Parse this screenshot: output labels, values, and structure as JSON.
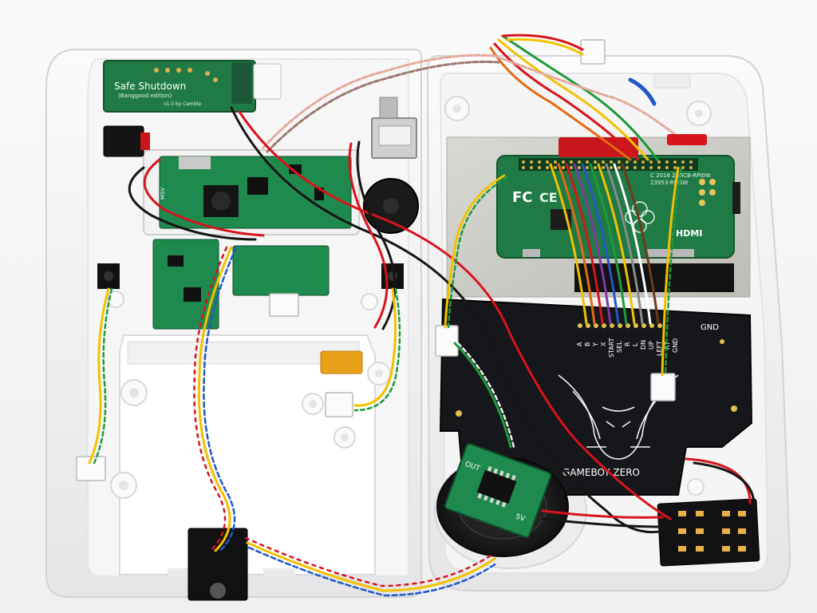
{
  "labels": {
    "safe_shutdown_title": "Safe Shutdown",
    "safe_shutdown_subtitle": "(Banggood edition)",
    "safe_shutdown_version": "v1.0 by Camble",
    "gameboy_zero": "GAMEBOY ZERO",
    "gnd": "GND",
    "pin_labels": [
      "A",
      "B",
      "Y",
      "X",
      "START",
      "SEL",
      "R",
      "L",
      "DN",
      "UP",
      "LEFT",
      "RT",
      "GND"
    ],
    "pi_hdmi": "HDMI",
    "pi_fc": "FC",
    "pi_ce": "CE",
    "pi_model": "C 2016 2ABCB-RPI0W",
    "pi_model_2": "23953-RPI0W",
    "amp_out": "OUT",
    "amp_5v": "5V",
    "charger_mark": "M5V"
  },
  "colors": {
    "case": "#f3f3f4",
    "pcb_green": "#1f7a45",
    "pcb_black": "#16171a",
    "wire_red": "#d8131c",
    "wire_black": "#151515",
    "wire_yellow": "#f2c200",
    "wire_green": "#1e9a3c",
    "wire_blue": "#2457c8",
    "battery": "#e8a21a"
  }
}
